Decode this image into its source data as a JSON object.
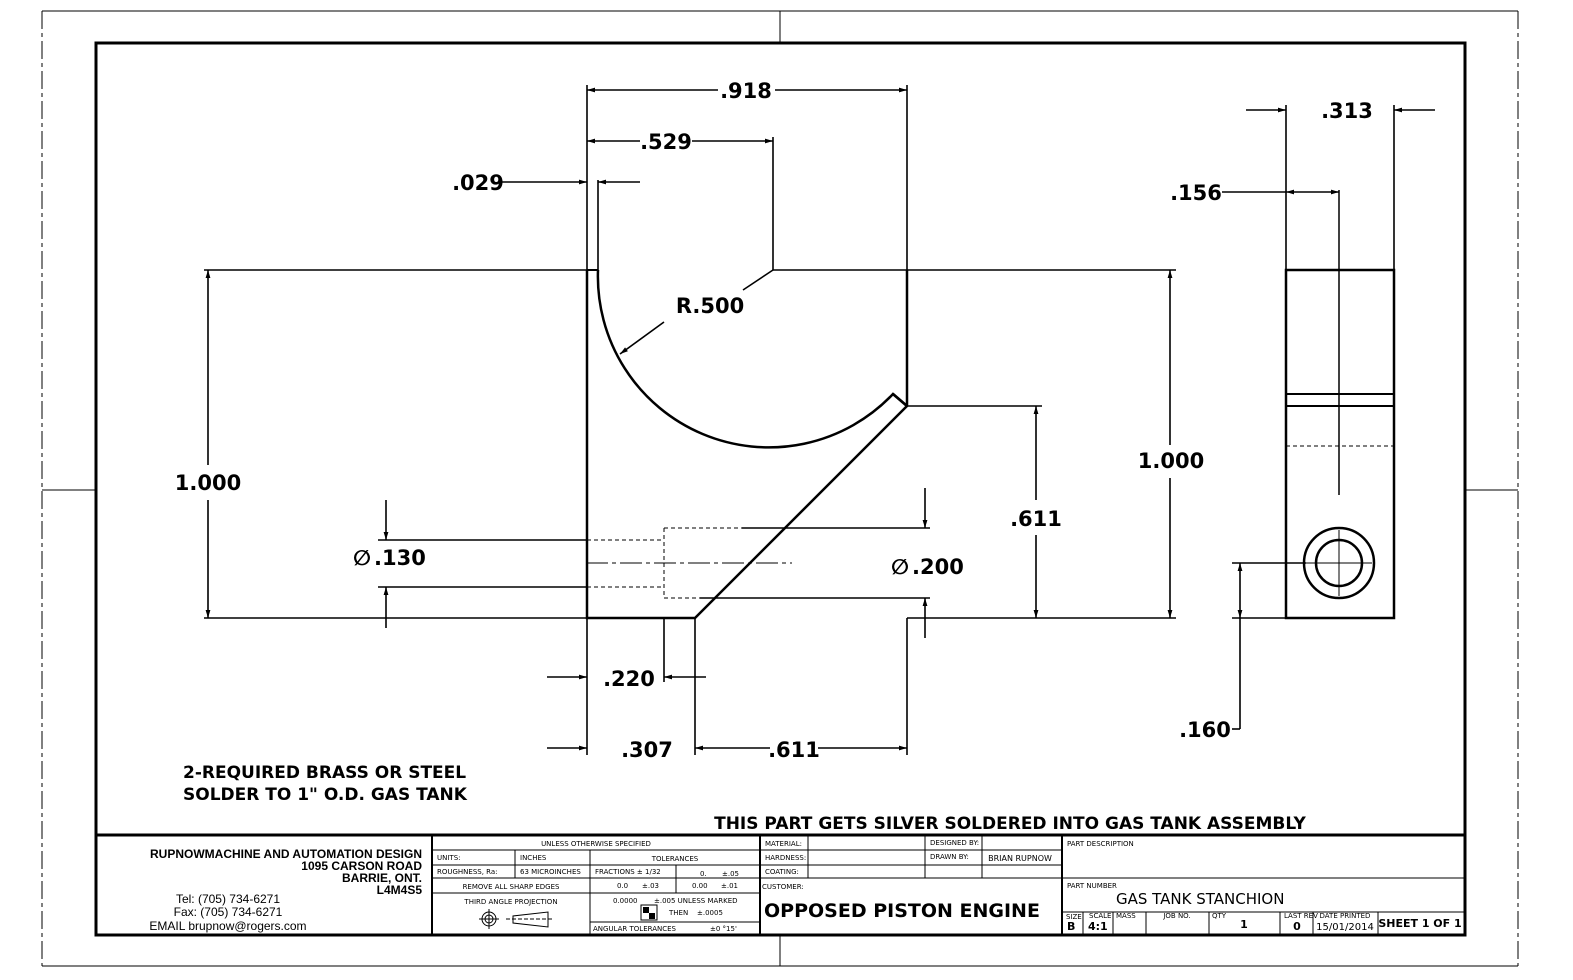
{
  "drawing": {
    "front_view": {
      "dimensions": {
        "overall_width": ".918",
        "radius_center_offset": ".529",
        "lip_offset": ".029",
        "radius": "R.500",
        "height_left": "1.000",
        "height_right": "1.000",
        "bore_small": ".130",
        "bore_large": ".200",
        "chamfer_height": ".611",
        "counterbore_depth": ".220",
        "chamfer_start": ".307",
        "chamfer_width": ".611"
      },
      "diameter_symbol": "∅"
    },
    "side_view": {
      "dimensions": {
        "thickness": ".313",
        "half_thickness": ".156",
        "hole_height": ".160"
      }
    },
    "notes": {
      "line1": "2-REQUIRED  BRASS OR STEEL",
      "line2": "SOLDER TO 1\" O.D. GAS TANK",
      "assembly_note": "THIS PART GETS SILVER SOLDERED INTO GAS TANK ASSEMBLY"
    }
  },
  "title_block": {
    "company": {
      "name": "RUPNOWMACHINE AND AUTOMATION DESIGN",
      "address1": "1095 CARSON ROAD",
      "address2": "BARRIE, ONT.",
      "postal": "L4M4S5",
      "tel": "Tel: (705) 734-6271",
      "fax": "Fax: (705) 734-6271",
      "email": "EMAIL brupnow@rogers.com"
    },
    "specs": {
      "header": "UNLESS OTHERWISE SPECIFIED",
      "units_label": "UNITS:",
      "units_value": "INCHES",
      "roughness_label": "ROUGHNESS, Ra:",
      "roughness_value": "63 MICROINCHES",
      "edges": "REMOVE ALL SHARP EDGES",
      "projection": "THIRD ANGLE PROJECTION",
      "tolerances_header": "TOLERANCES",
      "fractions": "FRACTIONS ± 1/32",
      "tol_0": "0.",
      "tol_0_val": "±.05",
      "tol_00": "0.0",
      "tol_00_val": "±.03",
      "tol_000": "0.00",
      "tol_000_val": "±.01",
      "tol_0000": "0.0000",
      "tol_0000_val": "±.005 UNLESS MARKED",
      "then": "THEN",
      "then_val": "±.0005",
      "angular": "ANGULAR TOLERANCES",
      "angular_val": "±0 °15'"
    },
    "info": {
      "material_label": "MATERIAL:",
      "material_value": "",
      "hardness_label": "HARDNESS:",
      "hardness_value": "",
      "coating_label": "COATING:",
      "coating_value": "",
      "designed_by_label": "DESIGNED BY:",
      "designed_by_value": "",
      "drawn_by_label": "DRAWN BY:",
      "drawn_by_value": "BRIAN RUPNOW",
      "customer_label": "CUSTOMER:",
      "customer_value": "OPPOSED PISTON ENGINE"
    },
    "part": {
      "description_label": "PART DESCRIPTION",
      "description_value": "",
      "number_label": "PART NUMBER",
      "number_value": "GAS TANK STANCHION",
      "size_label": "SIZE",
      "size_value": "B",
      "scale_label": "SCALE",
      "scale_value": "4:1",
      "mass_label": "MASS",
      "job_label": "JOB NO.",
      "qty_label": "QTY",
      "qty_value": "1",
      "rev_label": "LAST REV",
      "rev_value": "0",
      "date_label": "DATE PRINTED",
      "date_value": "15/01/2014",
      "sheet": "SHEET 1 OF 1"
    }
  }
}
